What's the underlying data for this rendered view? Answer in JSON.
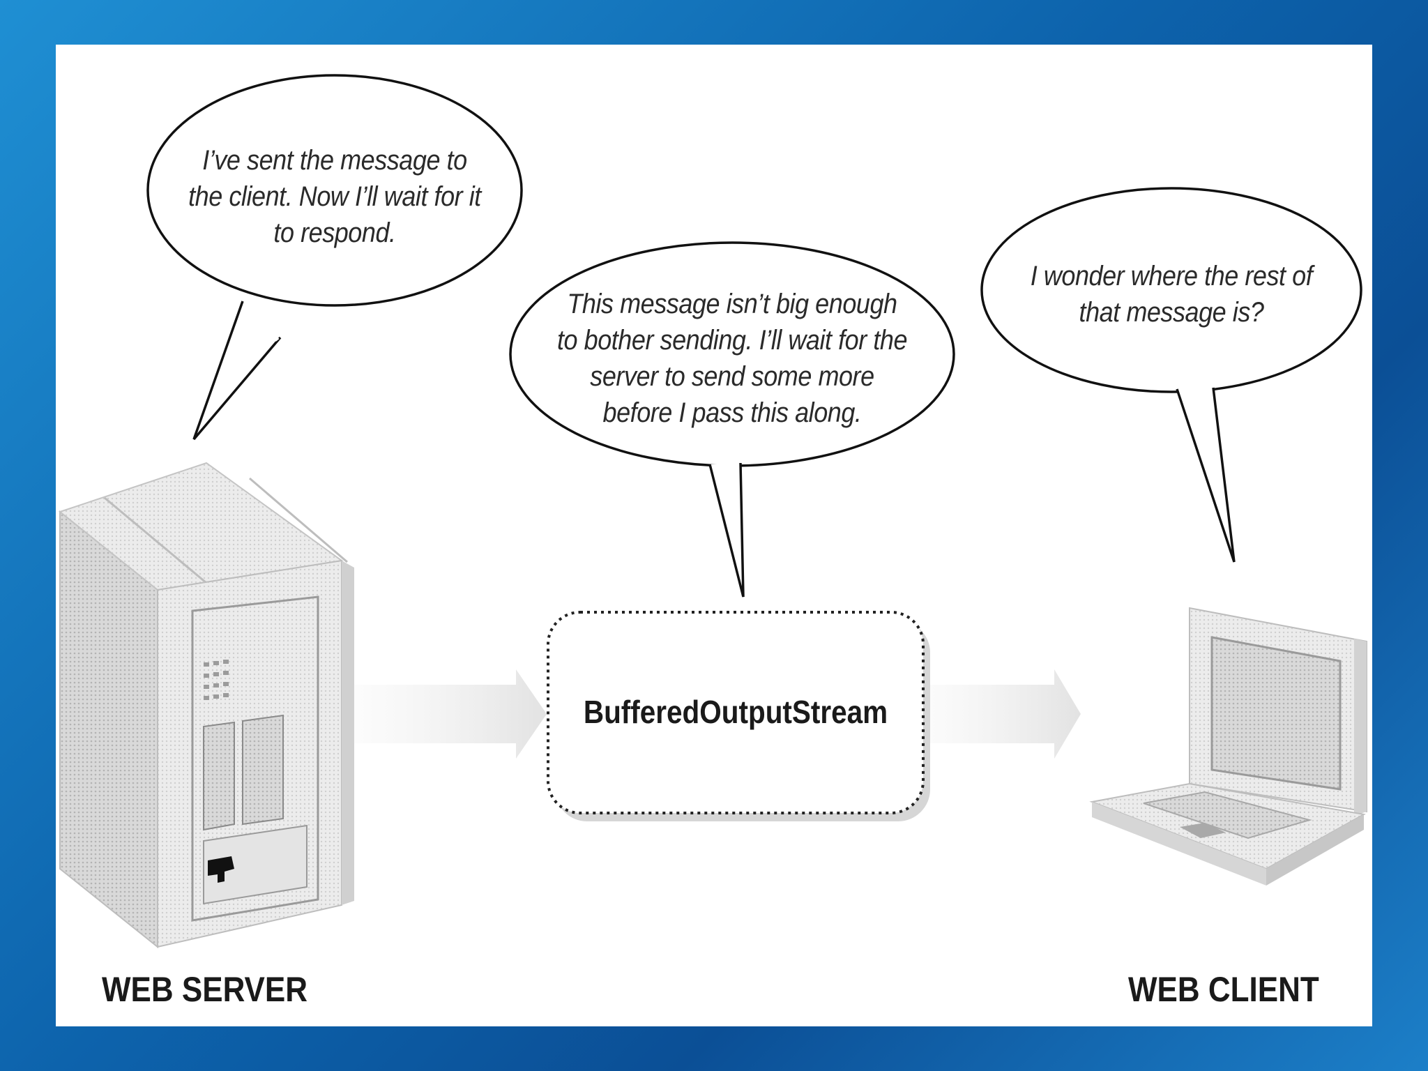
{
  "bubbles": {
    "server": "I’ve sent the message to the client. Now I’ll wait for it to respond.",
    "buffer": "This message isn’t big enough to bother sending. I’ll wait for the server to send some more before I pass this along.",
    "client": "I wonder where the rest of that message is?"
  },
  "buffer_label": "BufferedOutputStream",
  "nodes": {
    "server": "WEB SERVER",
    "client": "WEB CLIENT"
  }
}
